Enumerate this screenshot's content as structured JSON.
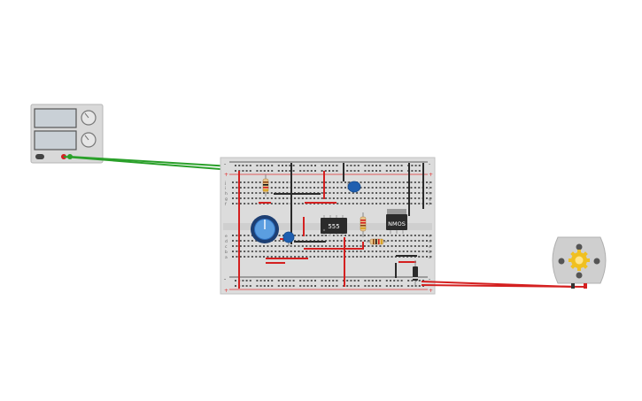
{
  "components": {
    "power_supply": {
      "name": "power-supply",
      "readout_left": "",
      "readout_right": ""
    },
    "timer_ic": {
      "label": "555"
    },
    "mosfet": {
      "label": "NMOS"
    },
    "motor": {
      "name": "dc-motor"
    }
  },
  "colors": {
    "breadboard": "#dcdcdc",
    "rail_red": "#e03030",
    "rail_black": "#333333",
    "wire_green": "#2aa02a",
    "wire_red": "#d42020",
    "wire_black": "#2a2a2a",
    "capacitor_blue": "#1f5fb0",
    "potentiometer_blue": "#2d6fc0",
    "motor_body": "#cfcfcf",
    "motor_gear": "#f0c020"
  },
  "breadboard": {
    "row_letters_left": [
      "j",
      "i",
      "h",
      "g",
      "f",
      "e",
      "d",
      "c",
      "b",
      "a"
    ],
    "row_letters_right": [
      "j",
      "i",
      "h",
      "g",
      "f",
      "e",
      "d",
      "c",
      "b",
      "a"
    ]
  }
}
